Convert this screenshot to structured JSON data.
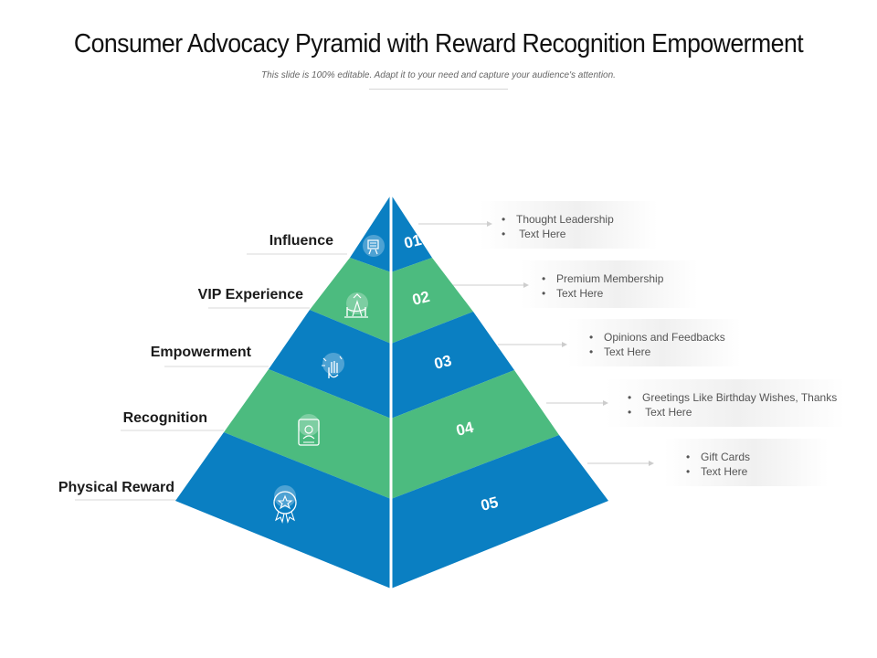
{
  "title": "Consumer Advocacy Pyramid with Reward Recognition Empowerment",
  "subtitle": "This slide is 100% editable.  Adapt it to your need  and capture  your audience's  attention.",
  "colors": {
    "blue": "#0a7fc2",
    "green": "#4cbb7f",
    "connector": "#cccccc",
    "label_line": "#d9d9d9"
  },
  "levels": [
    {
      "number": "01",
      "label": "Influence",
      "color": "blue",
      "icon": "certificate-icon",
      "bullets": [
        "Thought  Leadership",
        " Text Here"
      ]
    },
    {
      "number": "02",
      "label": "VIP Experience",
      "color": "green",
      "icon": "red-carpet-icon",
      "bullets": [
        "Premium Membership",
        "Text Here"
      ]
    },
    {
      "number": "03",
      "label": "Empowerment",
      "color": "blue",
      "icon": "raised-hand-icon",
      "bullets": [
        "Opinions  and Feedbacks",
        "Text Here"
      ]
    },
    {
      "number": "04",
      "label": "Recognition",
      "color": "green",
      "icon": "id-badge-icon",
      "bullets": [
        "Greetings  Like Birthday  Wishes, Thanks",
        " Text Here"
      ]
    },
    {
      "number": "05",
      "label": "Physical Reward",
      "color": "blue",
      "icon": "star-medal-icon",
      "bullets": [
        "Gift  Cards",
        "Text Here"
      ]
    }
  ]
}
